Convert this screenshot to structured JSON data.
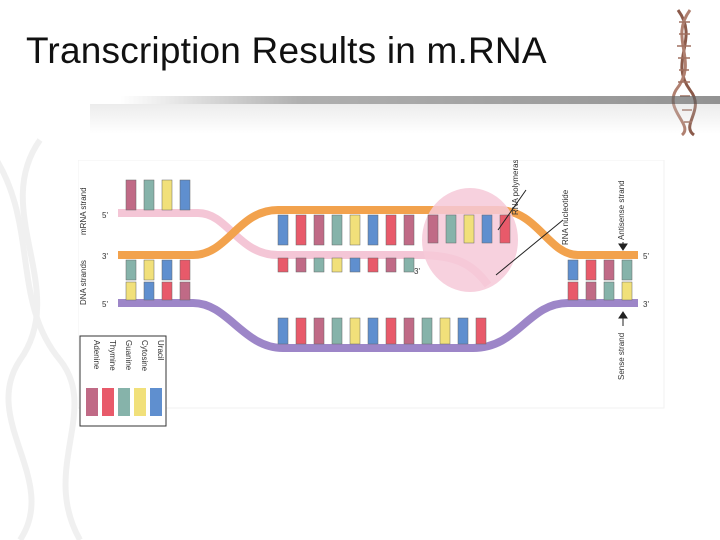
{
  "slide": {
    "title": "Transcription Results in m.RNA"
  },
  "diagram": {
    "labels": {
      "mrna_strand": "mRNA strand",
      "dna_strands": "DNA strands",
      "rna_polymerase": "RNA polymerase",
      "rna_nucleotide": "RNA nucleotide",
      "antisense_strand": "Antisense strand",
      "sense_strand": "Sense strand",
      "five_prime": "5'",
      "three_prime": "3'"
    },
    "legend": [
      "Adenine",
      "Thymine",
      "Guanine",
      "Cytosine",
      "Uracil"
    ],
    "colors": {
      "adenine": "#c06a86",
      "thymine": "#e85a6a",
      "guanine": "#86b3aa",
      "cytosine": "#f1e07a",
      "uracil": "#5f8fcf",
      "antisense_backbone": "#f2a24d",
      "sense_backbone": "#9d86c8",
      "mrna_backbone": "#f4c6d6",
      "polymerase": "#f6c9d8"
    }
  }
}
